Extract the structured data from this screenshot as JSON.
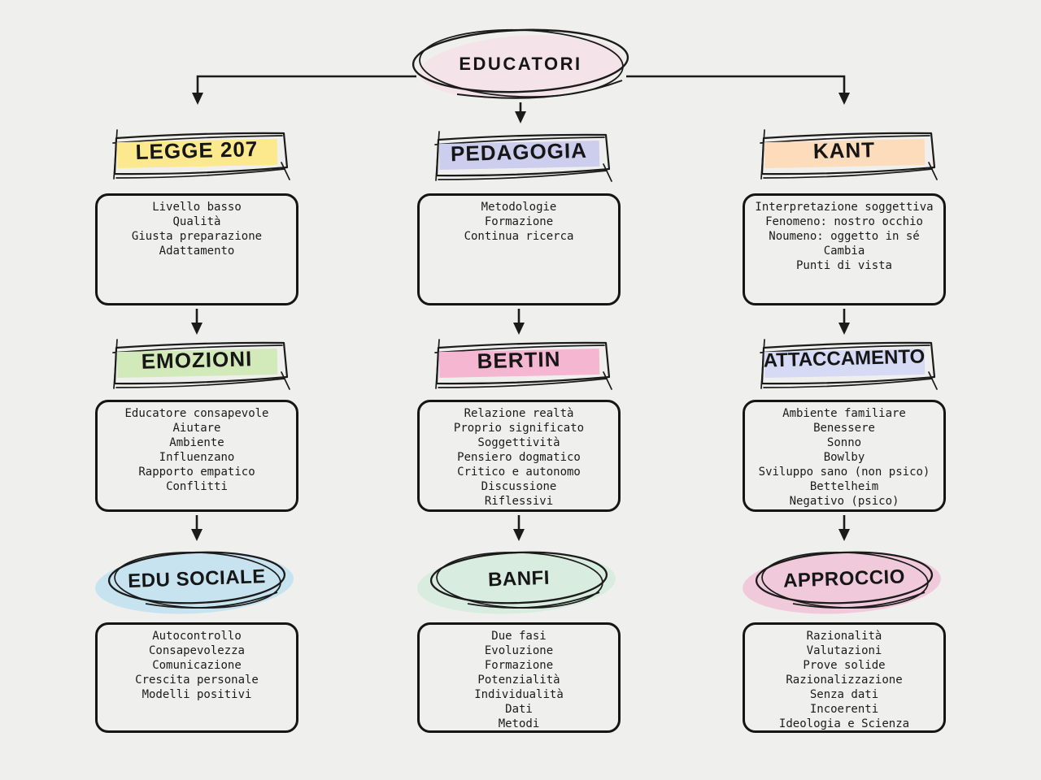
{
  "root": {
    "label": "EDUCATORI",
    "blob_color": "#f4e3e9"
  },
  "colors": {
    "background": "#efefee",
    "ink": "#1b1b1b"
  },
  "columns": [
    {
      "header1": {
        "label": "LEGGE 207",
        "color": "#fce98e"
      },
      "box1": {
        "items": [
          "Livello basso",
          "Qualità",
          "Giusta preparazione",
          "Adattamento"
        ]
      },
      "header2": {
        "label": "EMOZIONI",
        "color": "#d2eab9"
      },
      "box2": {
        "items": [
          "Educatore consapevole",
          "Aiutare",
          "Ambiente",
          "Influenzano",
          "Rapporto empatico",
          "Conflitti"
        ]
      },
      "ellipse": {
        "label": "EDU SOCIALE",
        "color": "#c6e3ef"
      },
      "box3": {
        "items": [
          "Autocontrollo",
          "Consapevolezza",
          "Comunicazione",
          "Crescita personale",
          "Modelli positivi"
        ]
      }
    },
    {
      "header1": {
        "label": "PEDAGOGIA",
        "color": "#cdcdee"
      },
      "box1": {
        "items": [
          "Metodologie",
          "Formazione",
          "Continua ricerca"
        ]
      },
      "header2": {
        "label": "BERTIN",
        "color": "#f4b6d1"
      },
      "box2": {
        "items": [
          "Relazione realtà",
          "Proprio significato",
          "Soggettività",
          "Pensiero dogmatico",
          "Critico e autonomo",
          "Discussione",
          "Riflessivi"
        ]
      },
      "ellipse": {
        "label": "BANFI",
        "color": "#d8ecdf"
      },
      "box3": {
        "items": [
          "Due fasi",
          "Evoluzione",
          "Formazione",
          "Potenzialità",
          "Individualità",
          "Dati",
          "Metodi"
        ]
      }
    },
    {
      "header1": {
        "label": "KANT",
        "color": "#fcdcba"
      },
      "box1": {
        "items": [
          "Interpretazione soggettiva",
          "Fenomeno: nostro occhio",
          "Noumeno: oggetto in sé",
          "Cambia",
          "Punti di vista"
        ]
      },
      "header2": {
        "label": "ATTACCAMENTO",
        "color": "#d7daf4"
      },
      "box2": {
        "items": [
          "Ambiente familiare",
          "Benessere",
          "Sonno",
          "Bowlby",
          "Sviluppo sano (non psico)",
          "Bettelheim",
          "Negativo (psico)"
        ]
      },
      "ellipse": {
        "label": "APPROCCIO",
        "color": "#f0c9da"
      },
      "box3": {
        "items": [
          "Razionalità",
          "Valutazioni",
          "Prove solide",
          "Razionalizzazione",
          "Senza dati",
          "Incoerenti",
          "Ideologia e Scienza"
        ]
      }
    }
  ]
}
